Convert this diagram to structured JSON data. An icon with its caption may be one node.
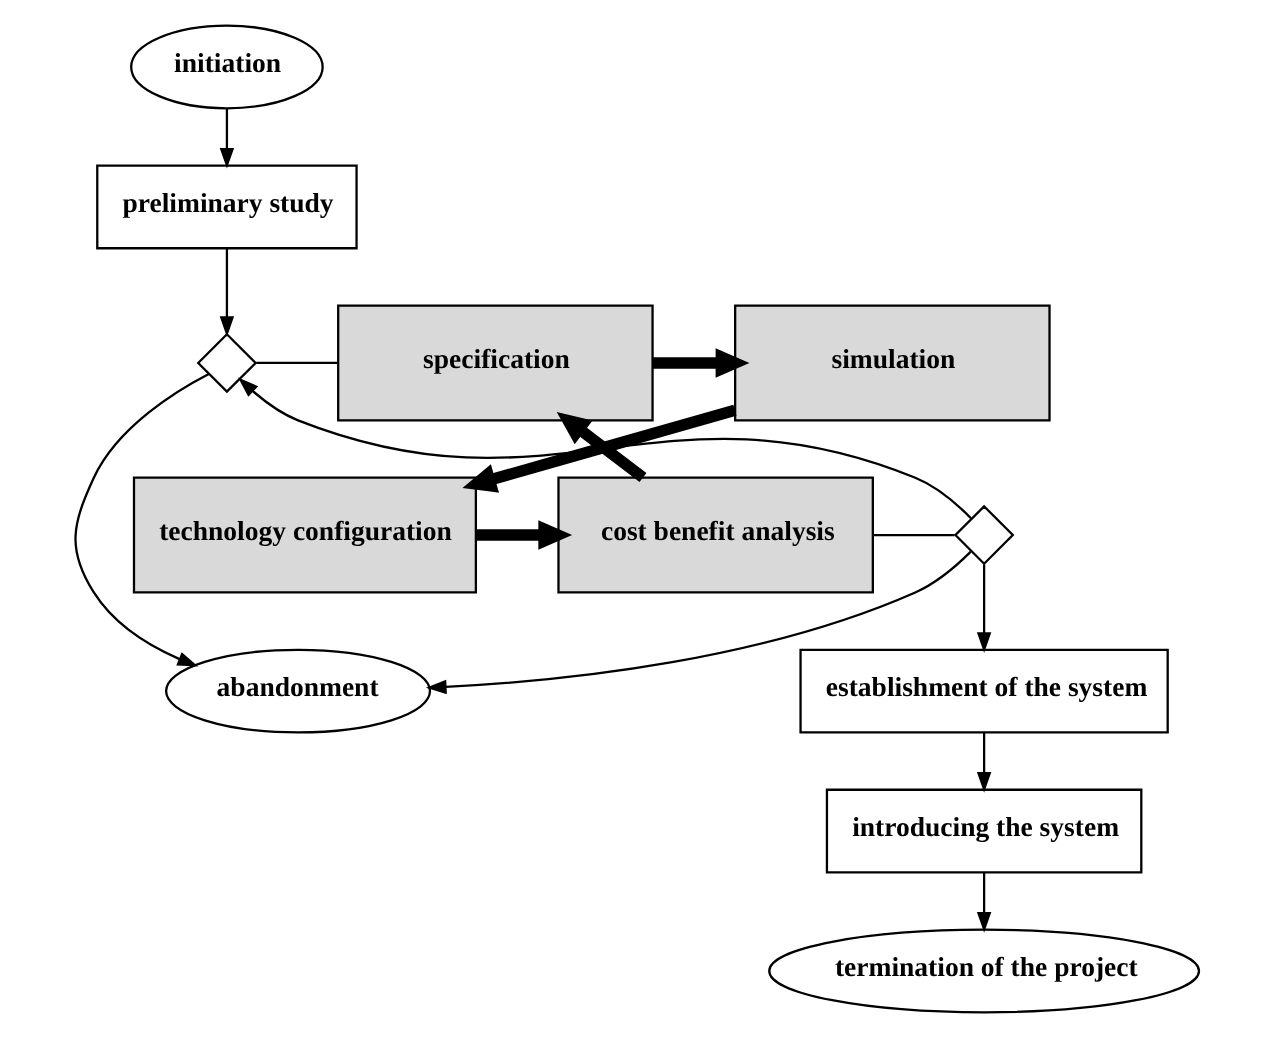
{
  "diagram": {
    "nodes": [
      {
        "text": [
          "initiation"
        ]
      },
      {
        "text": [
          "preliminary study"
        ]
      },
      {
        "text": [],
        "shape": "diamond"
      },
      {
        "text": [
          "specification"
        ]
      },
      {
        "text": [
          "simulation"
        ]
      },
      {
        "text": [
          "abandonment"
        ]
      },
      {
        "text": [],
        "shape": "diamond"
      },
      {
        "text": [
          "cost benefit analysis"
        ]
      },
      {
        "text": [
          "technology configuration"
        ]
      },
      {
        "text": [
          "establishment of the system"
        ]
      },
      {
        "text": [
          "introducing the system"
        ]
      },
      {
        "text": [
          "termination of the project"
        ]
      }
    ],
    "edges": [
      {
        "from": 0,
        "to": 1,
        "arrow": "to"
      },
      {
        "from": 1,
        "to": 2,
        "arrow": "to"
      },
      {
        "from": 2,
        "to": 5,
        "arrow": "to"
      },
      {
        "from": 2,
        "to": 3,
        "arrow": "none"
      },
      {
        "from": 6,
        "to": 2,
        "arrow": "to"
      },
      {
        "from": 6,
        "to": 5,
        "arrow": "to"
      },
      {
        "from": 7,
        "to": 6,
        "arrow": "none"
      },
      {
        "from": 6,
        "to": 9,
        "arrow": "to"
      },
      {
        "from": 9,
        "to": 10,
        "arrow": "to"
      },
      {
        "from": 10,
        "to": 11,
        "arrow": "to"
      },
      {
        "from": 3,
        "to": 4,
        "arrow": "to",
        "style": "thick"
      },
      {
        "from": 4,
        "to": 8,
        "arrow": "to",
        "style": "thick"
      },
      {
        "from": 8,
        "to": 7,
        "arrow": "to",
        "style": "thick"
      },
      {
        "from": 7,
        "to": 3,
        "arrow": "to",
        "style": "thick"
      }
    ]
  }
}
